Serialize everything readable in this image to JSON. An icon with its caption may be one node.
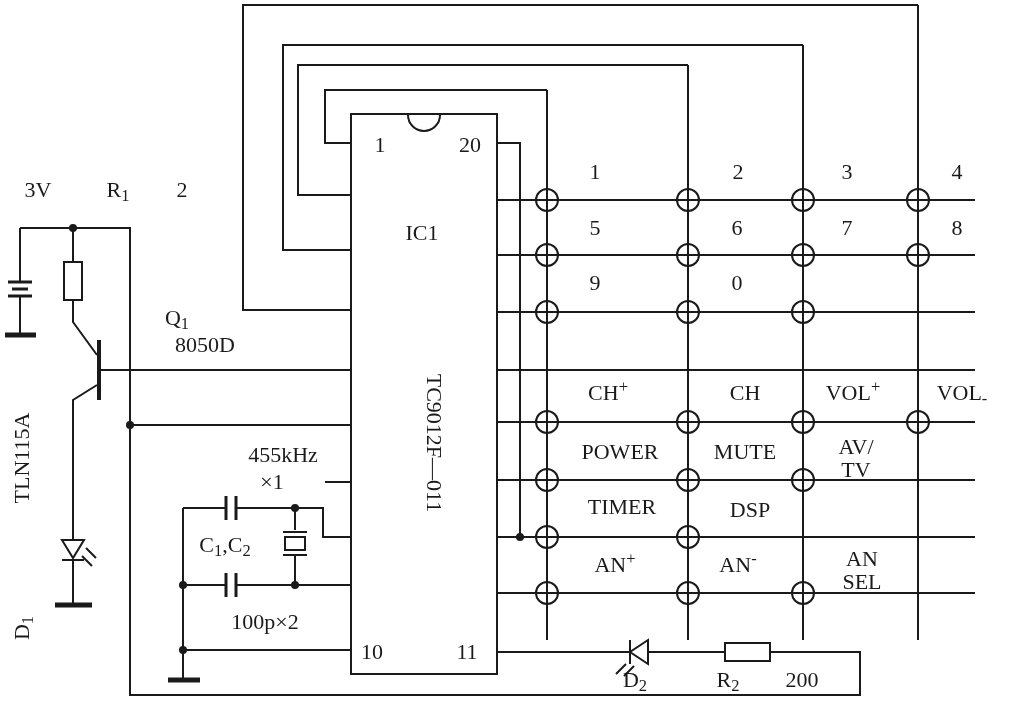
{
  "diagram": {
    "nodes": [
      {
        "text": [
          "1",
          "20",
          "IC1",
          "TC9012F—011",
          "10",
          "11"
        ]
      }
    ],
    "labels": [
      "3V",
      "R$_{1}$",
      "2",
      "Q$_{1}$",
      "8050D",
      "D$_{1}$",
      "TLN115A",
      "455kHz",
      "×1",
      "C$_{1}$,C$_{2}$",
      "100p×2",
      "D$_{2}$",
      "R$_{2}$",
      "200",
      "1",
      "2",
      "3",
      "4",
      "5",
      "6",
      "7",
      "8",
      "9",
      "0",
      "CH$^{+}$",
      "CH",
      "VOL$^{+}$",
      "VOL$_{-}$",
      "POWER",
      "MUTE",
      "AV/ TV",
      "TIMER",
      "DSP",
      "AN$^{+}$",
      "AN$^{-}$",
      "AN SEL"
    ]
  }
}
